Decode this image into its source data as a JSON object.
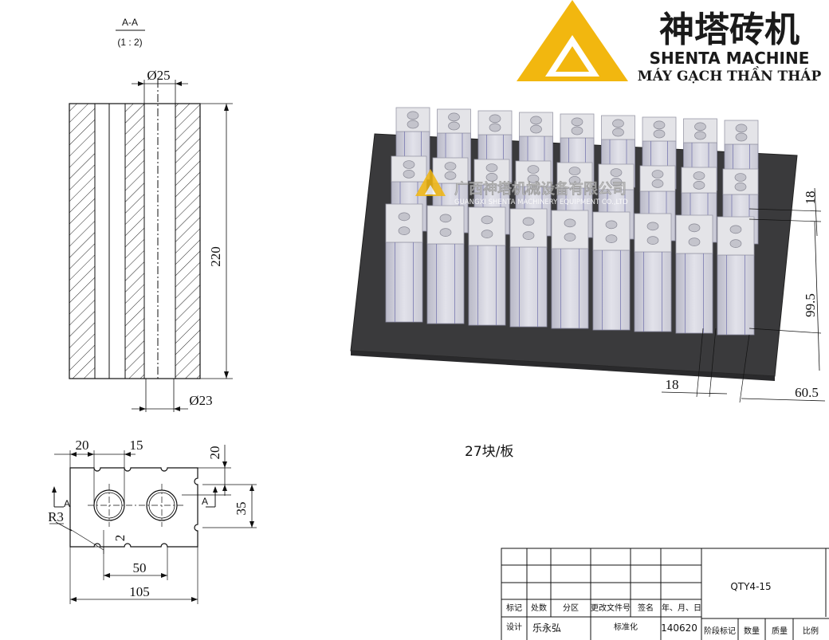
{
  "brand": {
    "name_cn": "神塔砖机",
    "name_en": "SHENTA MACHINE",
    "name_vi": "MÁY GẠCH THẦN THÁP",
    "watermark_cn": "广西神塔机械设备有限公司",
    "watermark_en": "GUANGXI SHENTA MACHINERY EQUIPMENT CO.,LTD",
    "color_yellow": "#f2b70f",
    "color_dark": "#1a1a1a"
  },
  "section": {
    "label": "A-A",
    "scale": "(1 : 2)",
    "dim_top": "Ø25",
    "dim_height": "220",
    "dim_bottom": "Ø23"
  },
  "plan": {
    "dim_20_left": "20",
    "dim_15": "15",
    "dim_20_right": "20",
    "dim_35": "35",
    "dim_r3": "R3",
    "dim_2": "2",
    "dim_50": "50",
    "dim_105": "105",
    "mark_a_left": "A",
    "mark_a_right": "A"
  },
  "pallet": {
    "count_label": "27块/板",
    "dim_18_right": "18",
    "dim_99_5": "99.5",
    "dim_18_bottom": "18",
    "dim_60_5": "60.5"
  },
  "title_block": {
    "drawing_no": "QTY4-15",
    "col_mark": "标记",
    "col_count": "处数",
    "col_zone": "分区",
    "col_doc": "更改文件号",
    "col_sign": "签名",
    "col_date": "年、月、日",
    "row_design": "设计",
    "designer": "乐永弘",
    "row_standard": "标准化",
    "date": "140620",
    "stage_mark": "阶段标记",
    "quantity": "数量",
    "weight": "质量",
    "scale": "比例"
  }
}
